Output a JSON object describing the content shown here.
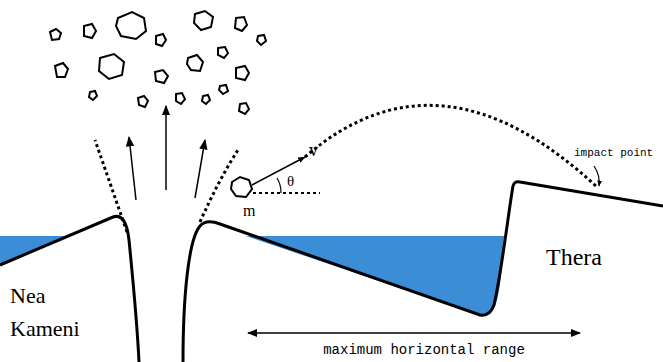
{
  "diagram": {
    "labels": [
      "v",
      "θ",
      "m",
      "impact point",
      "Nea Kameni",
      "Thera",
      "maximum horizontal range"
    ]
  }
}
